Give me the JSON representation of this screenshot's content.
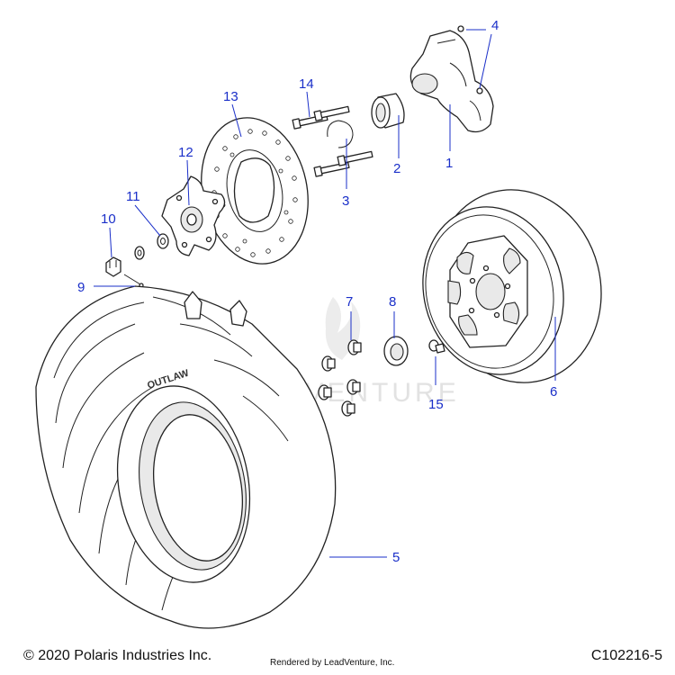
{
  "watermark": "LEADVENTURE",
  "callouts": [
    "1",
    "2",
    "3",
    "4",
    "5",
    "6",
    "7",
    "8",
    "9",
    "10",
    "11",
    "12",
    "13",
    "14",
    "15"
  ],
  "tire_label": "OUTLAW",
  "footer": {
    "copyright": "© 2020 Polaris Industries Inc.",
    "rendered_by": "Rendered by LeadVenture, Inc.",
    "diagram_id": "C102216-5"
  },
  "colors": {
    "callout": "#1a2fc9",
    "line": "#222222",
    "watermark": "#e2e2e2"
  }
}
